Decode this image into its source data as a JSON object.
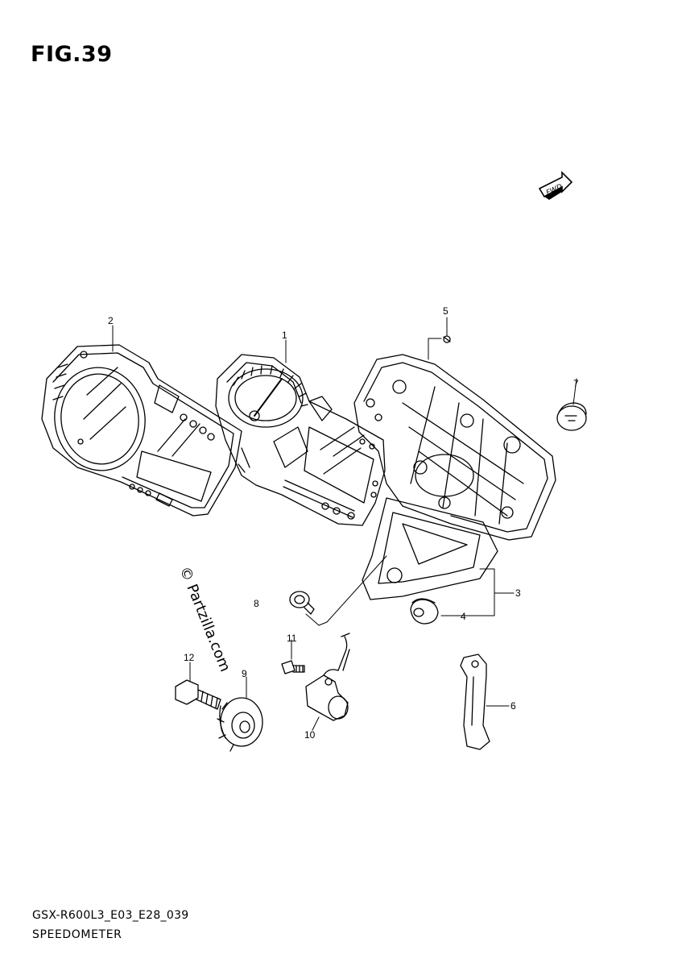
{
  "figure": {
    "title": "FIG.39",
    "fwd_label": "FWD"
  },
  "parts": [
    {
      "number": "1"
    },
    {
      "number": "2"
    },
    {
      "number": "3"
    },
    {
      "number": "4"
    },
    {
      "number": "5"
    },
    {
      "number": "6"
    },
    {
      "number": "7"
    },
    {
      "number": "8"
    },
    {
      "number": "9"
    },
    {
      "number": "10"
    },
    {
      "number": "11"
    },
    {
      "number": "12"
    }
  ],
  "watermark": "© Partzilla.com",
  "footer": {
    "code": "GSX-R600L3_E03_E28_039",
    "name": "SPEEDOMETER"
  }
}
